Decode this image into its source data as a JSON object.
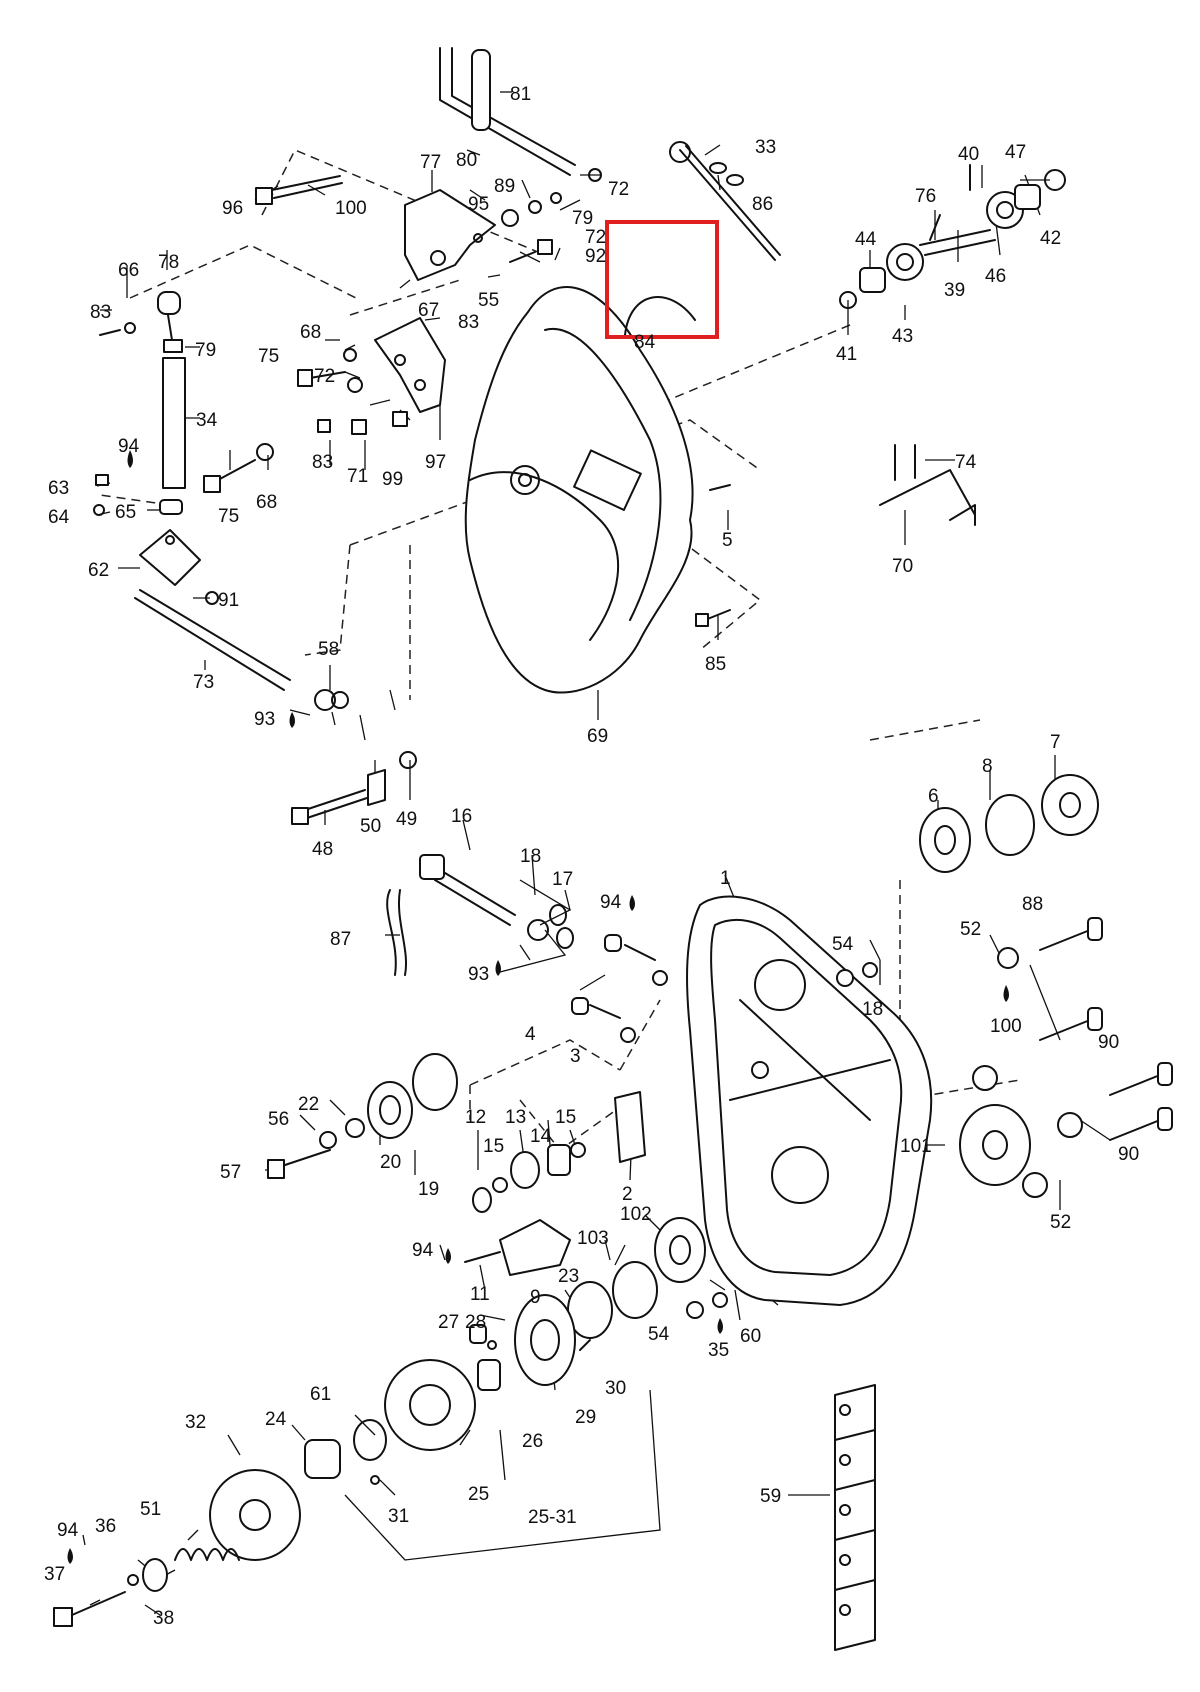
{
  "highlight": {
    "part": "84",
    "color": "#e02020"
  },
  "labels": [
    "81",
    "80",
    "72",
    "33",
    "86",
    "77",
    "96",
    "100",
    "95",
    "89",
    "79",
    "72",
    "92",
    "66",
    "78",
    "67",
    "55",
    "83",
    "79",
    "68",
    "83",
    "75",
    "72",
    "34",
    "94",
    "63",
    "64",
    "65",
    "75",
    "68",
    "83",
    "71",
    "99",
    "97",
    "76",
    "40",
    "47",
    "42",
    "44",
    "43",
    "41",
    "39",
    "46",
    "74",
    "5",
    "70",
    "85",
    "62",
    "91",
    "73",
    "58",
    "93",
    "69",
    "48",
    "50",
    "49",
    "16",
    "18",
    "17",
    "87",
    "93",
    "94",
    "4",
    "3",
    "1",
    "6",
    "8",
    "7",
    "54",
    "18",
    "52",
    "88",
    "100",
    "90",
    "90",
    "101",
    "52",
    "57",
    "56",
    "22",
    "20",
    "19",
    "12",
    "13",
    "14",
    "15",
    "15",
    "2",
    "94",
    "11",
    "9",
    "102",
    "103",
    "23",
    "54",
    "35",
    "60",
    "27",
    "28",
    "26",
    "29",
    "30",
    "61",
    "24",
    "25",
    "31",
    "25-31",
    "32",
    "51",
    "36",
    "94",
    "37",
    "38",
    "59",
    "84"
  ]
}
